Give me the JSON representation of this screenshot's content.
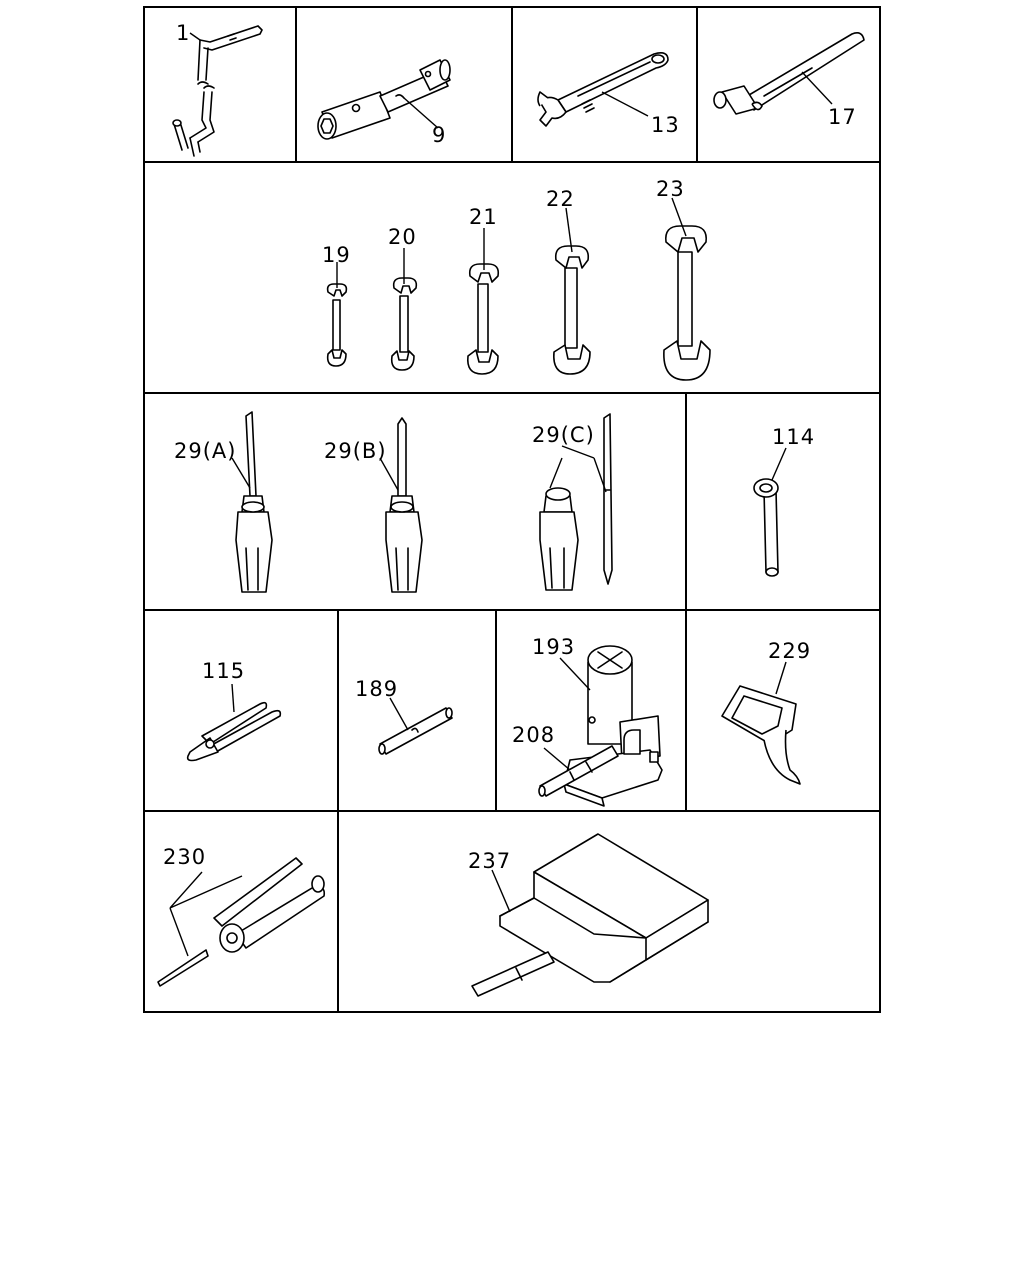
{
  "diagram": {
    "callouts": {
      "c1": "1",
      "c9": "9",
      "c13": "13",
      "c17": "17",
      "c19": "19",
      "c20": "20",
      "c21": "21",
      "c22": "22",
      "c23": "23",
      "c29a": "29(A)",
      "c29b": "29(B)",
      "c29c": "29(C)",
      "c114": "114",
      "c115": "115",
      "c189": "189",
      "c193": "193",
      "c208": "208",
      "c229": "229",
      "c230": "230",
      "c237": "237"
    }
  }
}
